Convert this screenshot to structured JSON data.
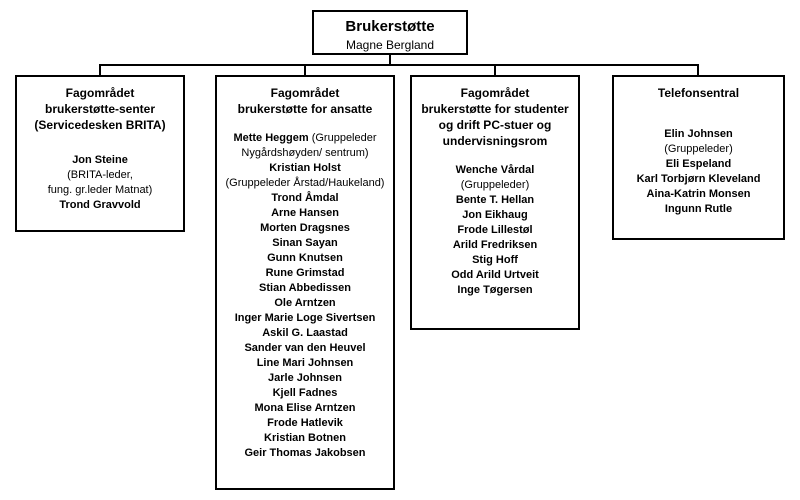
{
  "colors": {
    "border": "#000000",
    "background": "#ffffff",
    "text": "#000000"
  },
  "root": {
    "title": "Brukerstøtte",
    "subtitle": "Magne Bergland"
  },
  "departments": [
    {
      "title": "Fagområdet\nbrukerstøtte-senter\n(Servicedesken BRITA)",
      "members": [
        {
          "parts": [
            {
              "text": "Jon Steine",
              "bold": true
            }
          ]
        },
        {
          "parts": [
            {
              "text": "(BRITA-leder,",
              "bold": false
            }
          ]
        },
        {
          "parts": [
            {
              "text": "fung. gr.leder Matnat)",
              "bold": false
            }
          ]
        },
        {
          "parts": [
            {
              "text": "Trond Gravvold",
              "bold": true
            }
          ]
        }
      ]
    },
    {
      "title": "Fagområdet\nbrukerstøtte for ansatte",
      "members": [
        {
          "parts": [
            {
              "text": "Mette Heggem ",
              "bold": true
            },
            {
              "text": "(Gruppeleder",
              "bold": false
            }
          ]
        },
        {
          "parts": [
            {
              "text": "Nygårdshøyden/ sentrum)",
              "bold": false
            }
          ]
        },
        {
          "parts": [
            {
              "text": "Kristian Holst",
              "bold": true
            }
          ]
        },
        {
          "parts": [
            {
              "text": "(Gruppeleder Årstad/Haukeland)",
              "bold": false
            }
          ]
        },
        {
          "parts": [
            {
              "text": "Trond Åmdal",
              "bold": true
            }
          ]
        },
        {
          "parts": [
            {
              "text": "Arne Hansen",
              "bold": true
            }
          ]
        },
        {
          "parts": [
            {
              "text": "Morten Dragsnes",
              "bold": true
            }
          ]
        },
        {
          "parts": [
            {
              "text": "Sinan Sayan",
              "bold": true
            }
          ]
        },
        {
          "parts": [
            {
              "text": "Gunn Knutsen",
              "bold": true
            }
          ]
        },
        {
          "parts": [
            {
              "text": "Rune Grimstad",
              "bold": true
            }
          ]
        },
        {
          "parts": [
            {
              "text": "Stian Abbedissen",
              "bold": true
            }
          ]
        },
        {
          "parts": [
            {
              "text": "Ole Arntzen",
              "bold": true
            }
          ]
        },
        {
          "parts": [
            {
              "text": "Inger Marie Loge Sivertsen",
              "bold": true
            }
          ]
        },
        {
          "parts": [
            {
              "text": "Askil G. Laastad",
              "bold": true
            }
          ]
        },
        {
          "parts": [
            {
              "text": "Sander van den Heuvel",
              "bold": true
            }
          ]
        },
        {
          "parts": [
            {
              "text": "Line Mari Johnsen",
              "bold": true
            }
          ]
        },
        {
          "parts": [
            {
              "text": "Jarle Johnsen",
              "bold": true
            }
          ]
        },
        {
          "parts": [
            {
              "text": "Kjell Fadnes",
              "bold": true
            }
          ]
        },
        {
          "parts": [
            {
              "text": "Mona Elise Arntzen",
              "bold": true
            }
          ]
        },
        {
          "parts": [
            {
              "text": "Frode Hatlevik",
              "bold": true
            }
          ]
        },
        {
          "parts": [
            {
              "text": "Kristian Botnen",
              "bold": true
            }
          ]
        },
        {
          "parts": [
            {
              "text": "Geir Thomas Jakobsen",
              "bold": true
            }
          ]
        }
      ]
    },
    {
      "title": "Fagområdet\nbrukerstøtte for studenter\nog drift PC-stuer og\nundervisningsrom",
      "members": [
        {
          "parts": [
            {
              "text": "Wenche Vårdal",
              "bold": true
            }
          ]
        },
        {
          "parts": [
            {
              "text": "(Gruppeleder)",
              "bold": false
            }
          ]
        },
        {
          "parts": [
            {
              "text": "Bente T. Hellan",
              "bold": true
            }
          ]
        },
        {
          "parts": [
            {
              "text": "Jon Eikhaug",
              "bold": true
            }
          ]
        },
        {
          "parts": [
            {
              "text": "Frode Lillestøl",
              "bold": true
            }
          ]
        },
        {
          "parts": [
            {
              "text": "Arild Fredriksen",
              "bold": true
            }
          ]
        },
        {
          "parts": [
            {
              "text": "Stig Hoff",
              "bold": true
            }
          ]
        },
        {
          "parts": [
            {
              "text": "Odd Arild Urtveit",
              "bold": true
            }
          ]
        },
        {
          "parts": [
            {
              "text": "Inge Tøgersen",
              "bold": true
            }
          ]
        }
      ]
    },
    {
      "title": "Telefonsentral",
      "members": [
        {
          "parts": [
            {
              "text": "Elin Johnsen",
              "bold": true
            }
          ]
        },
        {
          "parts": [
            {
              "text": "(Gruppeleder)",
              "bold": false
            }
          ]
        },
        {
          "parts": [
            {
              "text": "Eli Espeland",
              "bold": true
            }
          ]
        },
        {
          "parts": [
            {
              "text": "Karl Torbjørn Kleveland",
              "bold": true
            }
          ]
        },
        {
          "parts": [
            {
              "text": "Aina-Katrin Monsen",
              "bold": true
            }
          ]
        },
        {
          "parts": [
            {
              "text": "Ingunn Rutle",
              "bold": true
            }
          ]
        }
      ]
    }
  ]
}
